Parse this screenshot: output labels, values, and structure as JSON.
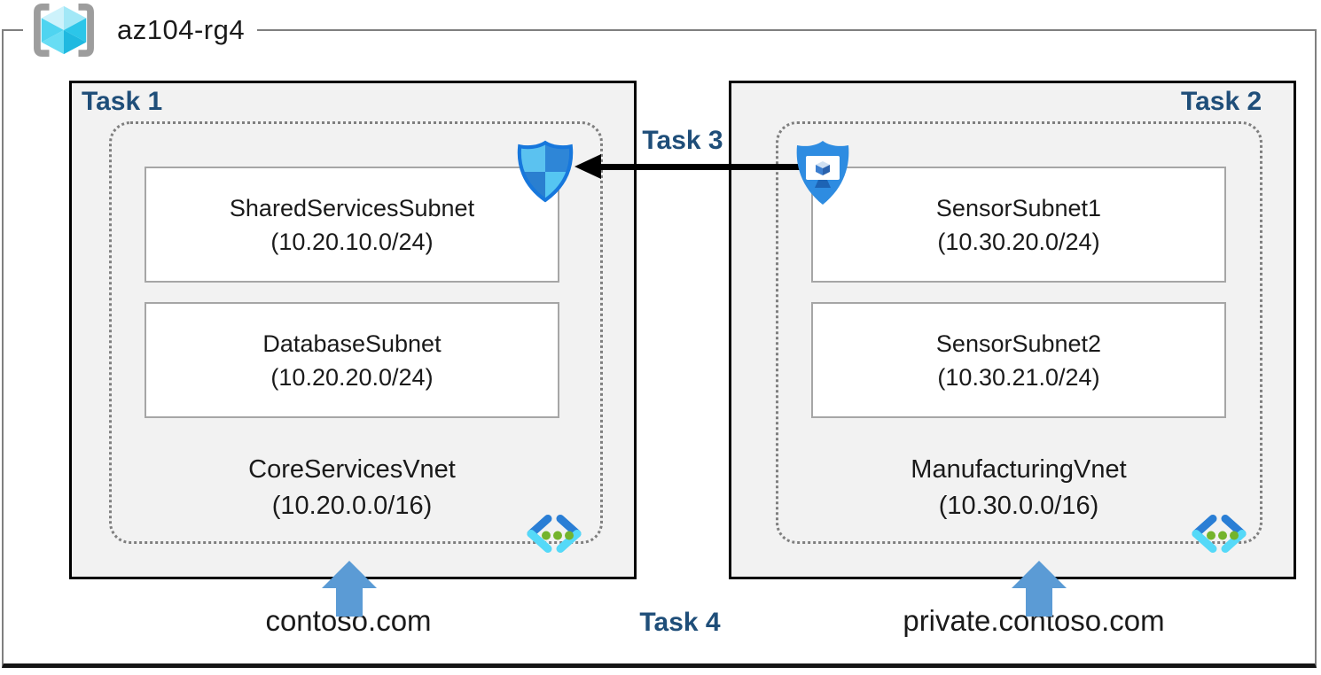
{
  "resource_group": {
    "name": "az104-rg4"
  },
  "tasks": {
    "task1": "Task 1",
    "task2": "Task 2",
    "task3": "Task 3",
    "task4": "Task 4"
  },
  "left_vnet": {
    "name": "CoreServicesVnet",
    "cidr": "(10.20.0.0/16)",
    "dns_label": "contoso.com",
    "subnets": [
      {
        "name": "SharedServicesSubnet",
        "cidr": "(10.20.10.0/24)"
      },
      {
        "name": "DatabaseSubnet",
        "cidr": "(10.20.20.0/24)"
      }
    ]
  },
  "right_vnet": {
    "name": "ManufacturingVnet",
    "cidr": "(10.30.0.0/16)",
    "dns_label": "private.contoso.com",
    "subnets": [
      {
        "name": "SensorSubnet1",
        "cidr": "(10.30.20.0/24)"
      },
      {
        "name": "SensorSubnet2",
        "cidr": "(10.30.21.0/24)"
      }
    ]
  },
  "icons": {
    "resource_group": "resource-group-brackets-cube-icon",
    "nsg": "network-security-group-shield-icon",
    "bastion": "bastion-shield-monitor-icon",
    "vnet": "virtual-network-chevrons-icon",
    "task3_arrow": "black-left-arrow",
    "dns_arrows": "blue-up-arrow"
  },
  "colors": {
    "task_label": "#1F4E79",
    "box_fill": "#F2F2F2",
    "box_border": "#000000",
    "dotted_border": "#7F7F7F",
    "subnet_border": "#A6A6A6",
    "blue_arrow": "#5B9BD5",
    "shield_blue": "#2E8CE1",
    "shield_light": "#5BC2F0",
    "vnet_cyan": "#50D8F8",
    "vnet_blue": "#2A7ED5",
    "dot_green": "#74B42C"
  }
}
